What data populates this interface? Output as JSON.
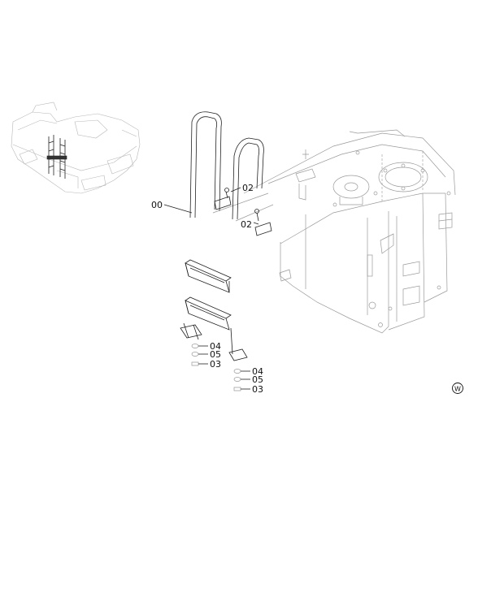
{
  "callouts": {
    "ladder_assembly": "00",
    "handrail_clamp_upper": "02",
    "handrail_clamp_lower": "02",
    "left_step_washer": "04",
    "left_step_lockwasher": "05",
    "left_step_bolt": "03",
    "right_step_washer": "04",
    "right_step_lockwasher": "05",
    "right_step_bolt": "03"
  },
  "mark": "W"
}
